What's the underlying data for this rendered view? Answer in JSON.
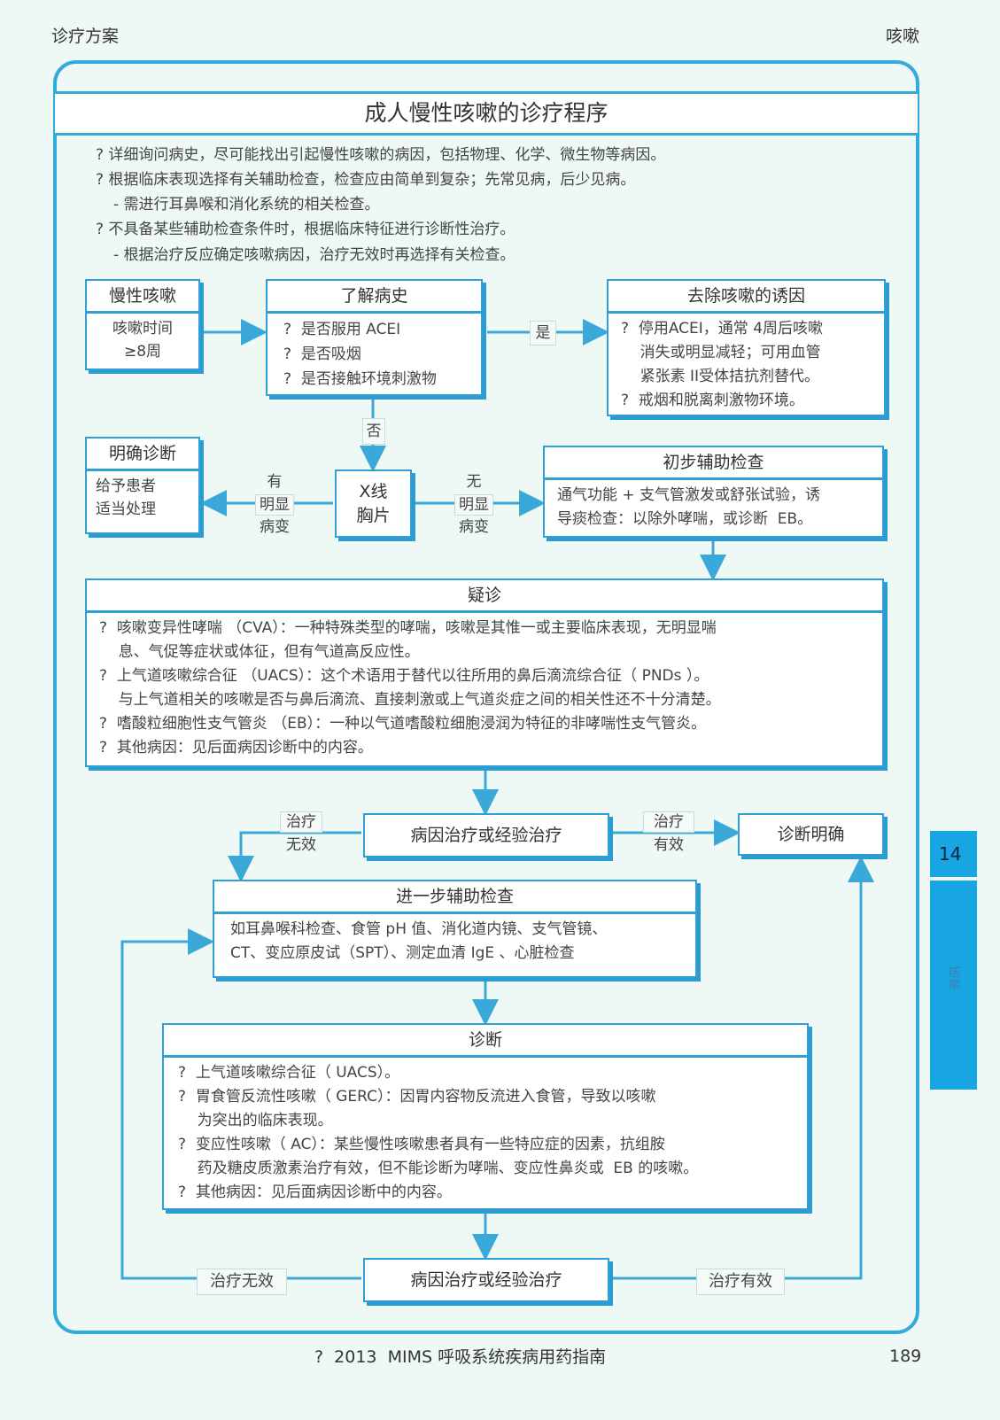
{
  "header": {
    "left": "诊疗方案",
    "right": "咳嗽"
  },
  "title": "成人慢性咳嗽的诊疗程序",
  "intro": [
    "?  详细询问病史，尽可能找出引起慢性咳嗽的病因，包括物理、化学、微生物等病因。",
    "?  根据临床表现选择有关辅助检查，检查应由简单到复杂；先常见病，后少见病。",
    "-  需进行耳鼻喉和消化系统的相关检查。",
    "?  不具备某些辅助检查条件时，根据临床特征进行诊断性治疗。",
    "-  根据治疗反应确定咳嗽病因，治疗无效时再选择有关检查。"
  ],
  "boxes": {
    "chronic": {
      "title": "慢性咳嗽",
      "lines": [
        "咳嗽时间",
        "≥8周"
      ]
    },
    "history": {
      "title": "了解病史",
      "lines": [
        "?  是否服用 ACEI",
        "?  是否吸烟",
        "?  是否接触环境刺激物"
      ]
    },
    "remove": {
      "title": "去除咳嗽的诱因",
      "lines": [
        "?  停用ACEI，通常 4周后咳嗽",
        "    消失或明显减轻；可用血管",
        "    紧张素 II受体拮抗剂替代。",
        "?  戒烟和脱离刺激物环境。"
      ]
    },
    "clear_dx": {
      "title": "明确诊断",
      "lines": [
        "给予患者",
        "适当处理"
      ]
    },
    "xray": {
      "lines": [
        "X线",
        "胸片"
      ]
    },
    "initial": {
      "title": "初步辅助检查",
      "lines": [
        "通气功能 + 支气管激发或舒张试验，诱",
        "导痰检查：以除外哮喘，或诊断  EB。"
      ]
    },
    "suspect": {
      "title": "疑诊",
      "lines": [
        "?  咳嗽变异性哮喘 （CVA）：一种特殊类型的哮喘，咳嗽是其惟一或主要临床表现，无明显喘",
        "    息、气促等症状或体征，但有气道高反应性。",
        "?  上气道咳嗽综合征 （UACS）：这个术语用于替代以往所用的鼻后滴流综合征（ PNDs ）。",
        "    与上气道相关的咳嗽是否与鼻后滴流、直接刺激或上气道炎症之间的相关性还不十分清楚。",
        "?  嗜酸粒细胞性支气管炎 （EB）：一种以气道嗜酸粒细胞浸润为特征的非哮喘性支气管炎。",
        "?  其他病因：见后面病因诊断中的内容。"
      ]
    },
    "treat1": {
      "title": "病因治疗或经验治疗"
    },
    "confirmed": {
      "title": "诊断明确"
    },
    "further": {
      "title": "进一步辅助检查",
      "lines": [
        "如耳鼻喉科检查、食管 pH 值、消化道内镜、支气管镜、",
        "CT、变应原皮试（SPT）、测定血清 IgE 、心脏检查"
      ]
    },
    "diagnosis": {
      "title": "诊断",
      "lines": [
        "?  上气道咳嗽综合征（ UACS）。",
        "?  胃食管反流性咳嗽（ GERC）：因胃内容物反流进入食管，导致以咳嗽",
        "    为突出的临床表现。",
        "?  变应性咳嗽（ AC）：某些慢性咳嗽患者具有一些特应症的因素，抗组胺",
        "    药及糖皮质激素治疗有效，但不能诊断为哮喘、变应性鼻炎或  EB 的咳嗽。",
        "?  其他病因：见后面病因诊断中的内容。"
      ]
    },
    "treat2": {
      "title": "病因治疗或经验治疗"
    }
  },
  "labels": {
    "yes": "是",
    "no": "否",
    "has": "有",
    "obvious": "明显",
    "lesion": "病变",
    "none": "无",
    "treat_fail": "治疗",
    "fail": "无效",
    "treat_ok": "治疗",
    "ok": "有效",
    "treat_fail_full": "治疗无效",
    "treat_ok_full": "治疗有效"
  },
  "side_tab": {
    "number": "14",
    "label": "咳嗽"
  },
  "footer": {
    "source": "?  2013  MIMS 呼吸系统疾病用药指南",
    "page": "189"
  }
}
